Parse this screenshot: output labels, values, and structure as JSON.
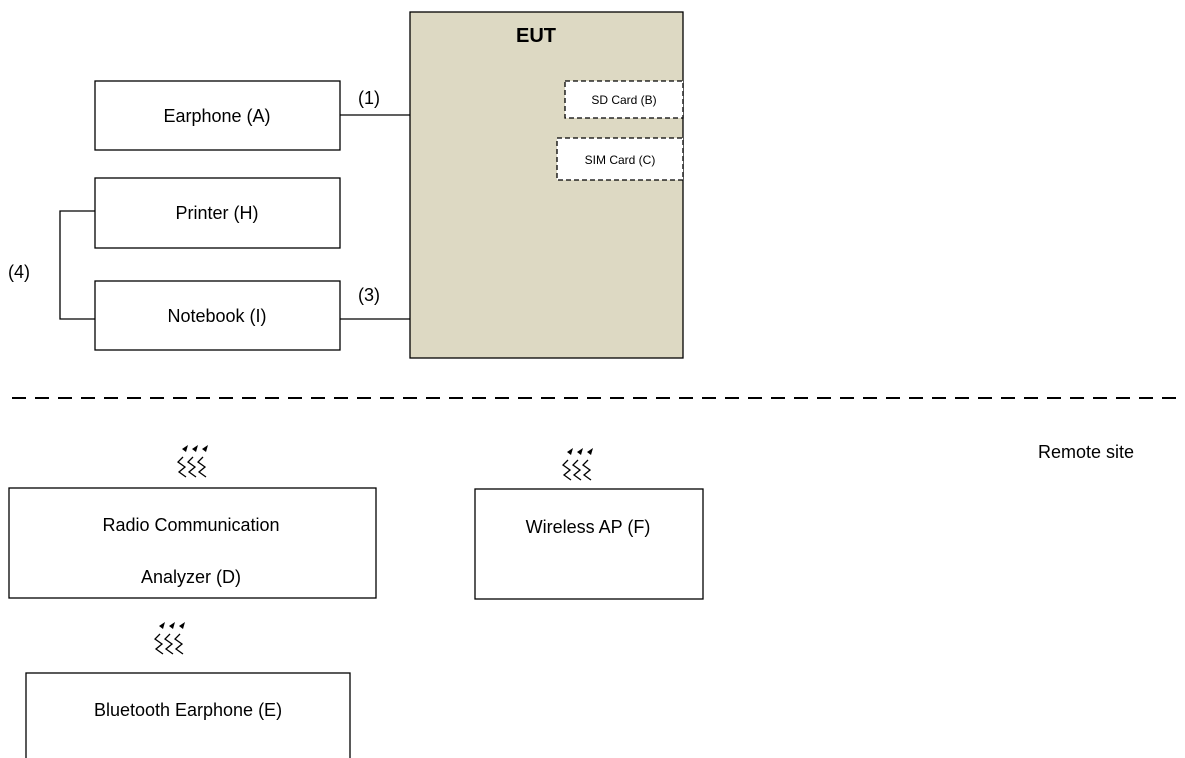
{
  "eut": {
    "title": "EUT",
    "fill": "#ddd9c3"
  },
  "cards": {
    "sd": "SD Card (B)",
    "sim": "SIM Card (C)"
  },
  "devices": {
    "earphone": "Earphone (A)",
    "printer": "Printer (H)",
    "notebook": "Notebook (I)",
    "radio_line1": "Radio Communication",
    "radio_line2": "Analyzer (D)",
    "wireless_ap": "Wireless AP (F)",
    "bt_earphone": "Bluetooth Earphone (E)"
  },
  "cables": {
    "c1": "(1)",
    "c3": "(3)",
    "c4": "(4)"
  },
  "remote_site": "Remote site",
  "wireless_icon": "wireless-signal-icon"
}
